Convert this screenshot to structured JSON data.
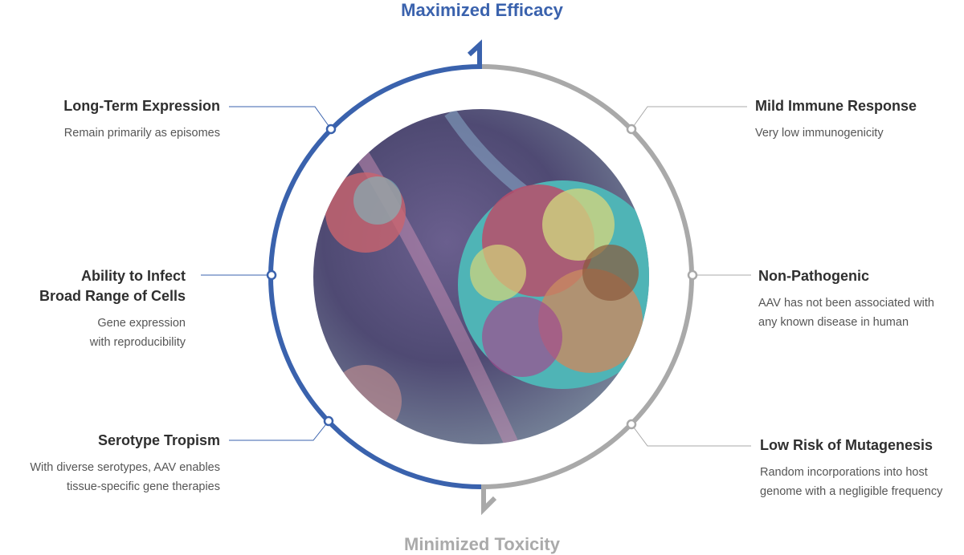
{
  "top_label": "Maximized Efficacy",
  "bottom_label": "Minimized Toxicity",
  "colors": {
    "efficacy": "#3a62ad",
    "toxicity": "#a9a9a9"
  },
  "left": [
    {
      "title": "Long-Term Expression",
      "desc": [
        "Remain primarily as episomes"
      ]
    },
    {
      "title": "Ability to Infect",
      "title2": "Broad Range of Cells",
      "desc": [
        "Gene expression",
        "with reproducibility"
      ]
    },
    {
      "title": "Serotype Tropism",
      "desc": [
        "With diverse serotypes, AAV enables",
        "tissue-specific gene therapies"
      ]
    }
  ],
  "right": [
    {
      "title": "Mild Immune Response",
      "desc": [
        "Very low immunogenicity"
      ]
    },
    {
      "title": "Non-Pathogenic",
      "desc": [
        "AAV has not been associated with",
        "any known disease in human"
      ]
    },
    {
      "title": "Low Risk of Mutagenesis",
      "desc": [
        "Random incorporations into host",
        "genome with a negligible frequency"
      ]
    }
  ]
}
